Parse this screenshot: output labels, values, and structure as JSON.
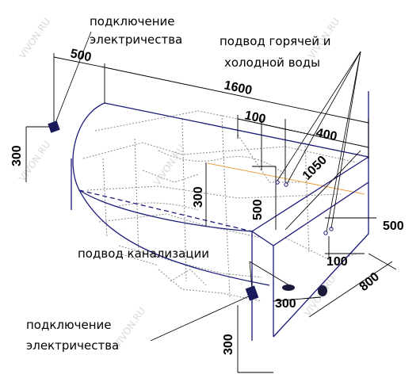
{
  "watermark": "VIVON.RU",
  "labels": {
    "electric_top_1": "подключение",
    "electric_top_2": "электричества",
    "water_1": "подвод горячей и",
    "water_2": "холодной воды",
    "sewer": "подвод канализации",
    "electric_bottom_1": "подключение",
    "electric_bottom_2": "электричества"
  },
  "dimensions": {
    "d500_top": "500",
    "d1600": "1600",
    "d100_top": "100",
    "d400": "400",
    "d1050": "1050",
    "d300_left": "300",
    "d300_mid": "300",
    "d500_mid": "500",
    "d500_right": "500",
    "d100_right": "100",
    "d300_bottom": "300",
    "d800": "800",
    "d300_bottom_left": "300"
  },
  "colors": {
    "outline": "#1a1a7a",
    "frame": "#8c8c8c",
    "dim_line": "#000000",
    "orange_line": "#e8a040"
  }
}
